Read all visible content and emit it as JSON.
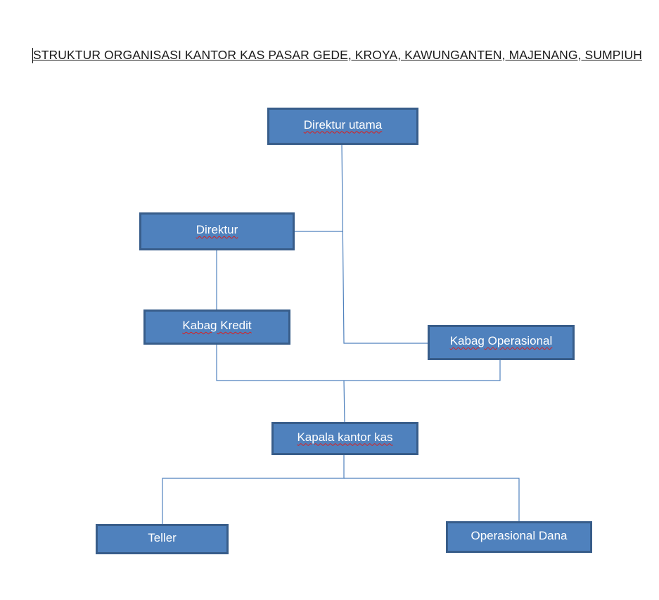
{
  "document": {
    "title": "STRUKTUR ORGANISASI KANTOR KAS PASAR GEDE, KROYA, KAWUNGANTEN, MAJENANG, SUMPIUH"
  },
  "colors": {
    "box_fill": "#4f81bd",
    "box_border": "#385d8a",
    "connector": "#4f81bd",
    "text": "#ffffff",
    "spell_underline": "#d92020"
  },
  "org_chart": {
    "direktur_utama": "Direktur utama",
    "direktur": "Direktur",
    "kabag_kredit": "Kabag Kredit",
    "kabag_operasional": "Kabag Operasional",
    "kepala_kantor_kas": "Kapala kantor kas",
    "teller": "Teller",
    "operasional_dana": "Operasional Dana"
  }
}
